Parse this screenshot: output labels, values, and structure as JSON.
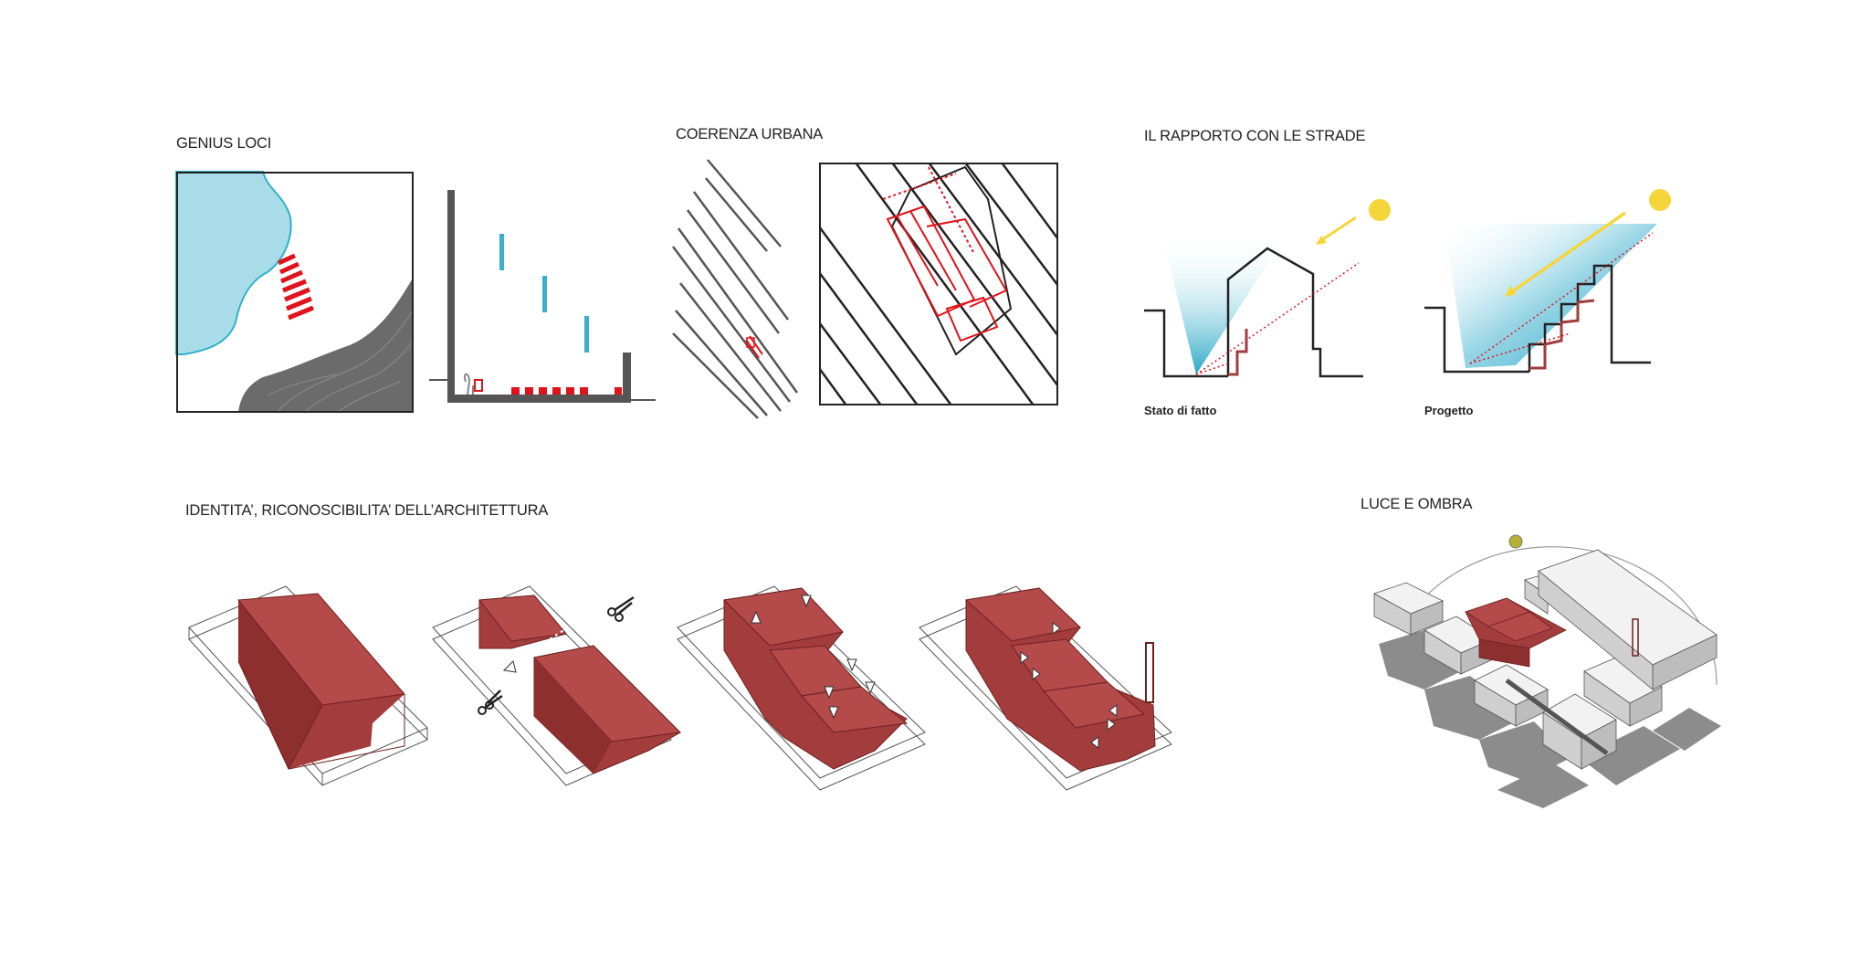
{
  "sections": {
    "genius_loci": {
      "title": "GENIUS LOCI"
    },
    "coerenza_urbana": {
      "title": "COERENZA URBANA"
    },
    "rapporto_strade": {
      "title": "IL RAPPORTO CON LE STRADE",
      "caption_left": "Stato di fatto",
      "caption_right": "Progetto"
    },
    "identita": {
      "title": "IDENTITA’, RICONOSCIBILITA’ DELL’ARCHITETTURA"
    },
    "luce_ombra": {
      "title": "LUCE E OMBRA"
    }
  },
  "colors": {
    "water": "#a9dce9",
    "accent_red": "#e0121b",
    "mass_red": "#a33c3c",
    "cyan_marker": "#3aaecb",
    "sun": "#f5d63a",
    "gray_terrain": "#666666"
  },
  "icons": [
    "scissors-icon",
    "arrow-icon",
    "sun-icon"
  ]
}
